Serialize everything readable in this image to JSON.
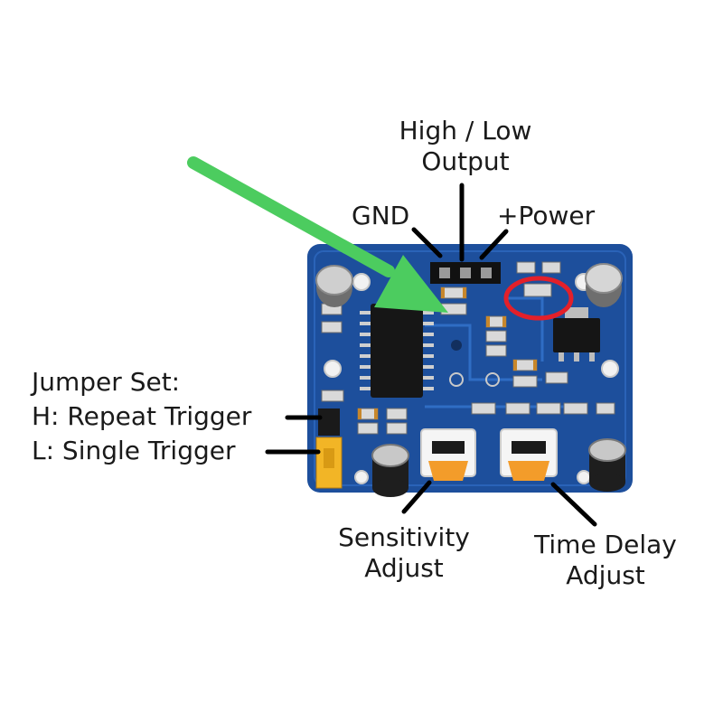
{
  "labels": {
    "output": [
      "High / Low",
      "Output"
    ],
    "gnd": "GND",
    "power": "+Power",
    "jumper": [
      "Jumper Set:",
      "H: Repeat Trigger",
      "L: Single Trigger"
    ],
    "sensitivity": [
      "Sensitivity",
      "Adjust"
    ],
    "time_delay": [
      "Time Delay",
      "Adjust"
    ]
  },
  "colors": {
    "board": "#1d4f9c",
    "board_dark": "#163f80",
    "arrow": "#4ccc5f",
    "highlight_circle": "#e3202a",
    "pot_orange": "#f39c2a",
    "jumper_yellow": "#f2b526",
    "line": "#000000"
  },
  "icons": {
    "arrow": "green-arrow-icon",
    "highlight": "red-circle-icon"
  }
}
